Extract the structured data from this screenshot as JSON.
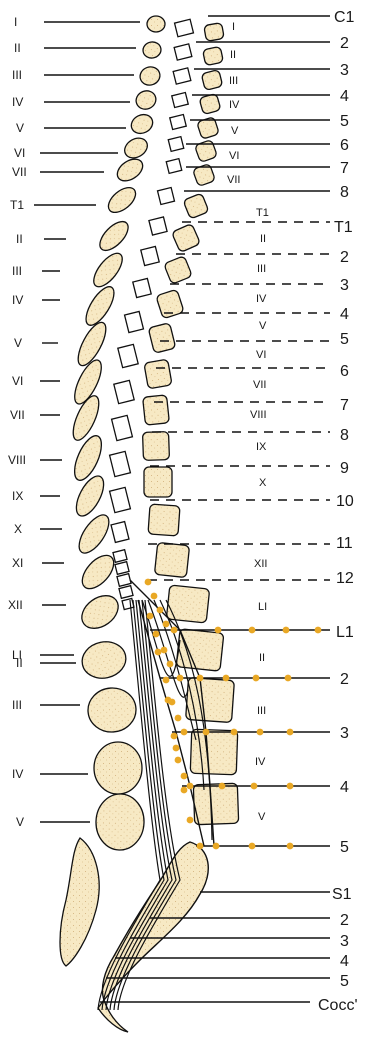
{
  "left_labels": [
    "I",
    "II",
    "III",
    "IV",
    "V",
    "VI",
    "VII",
    "T1",
    "II",
    "III",
    "IV",
    "V",
    "VI",
    "VII",
    "VIII",
    "IX",
    "X",
    "XI",
    "XII",
    "LI",
    "II",
    "III",
    "IV",
    "V"
  ],
  "mid_labels": [
    "I",
    "II",
    "III",
    "IV",
    "V",
    "VI",
    "VII",
    "T1",
    "II",
    "III",
    "IV",
    "V",
    "VI",
    "VII",
    "VIII",
    "IX",
    "X",
    "XII",
    "LI",
    "II",
    "III",
    "IV",
    "V"
  ],
  "right_labels": [
    "C1",
    "2",
    "3",
    "4",
    "5",
    "6",
    "7",
    "8",
    "T1",
    "2",
    "3",
    "4",
    "5",
    "6",
    "7",
    "8",
    "9",
    "10",
    "11",
    "12",
    "L1",
    "2",
    "3",
    "4",
    "5",
    "S1",
    "2",
    "3",
    "4",
    "5",
    "Cocc'"
  ],
  "colors": {
    "bone_fill": "#f7e9c4",
    "bone_stroke": "#111111",
    "dot": "#e9a825",
    "line": "#111111"
  }
}
